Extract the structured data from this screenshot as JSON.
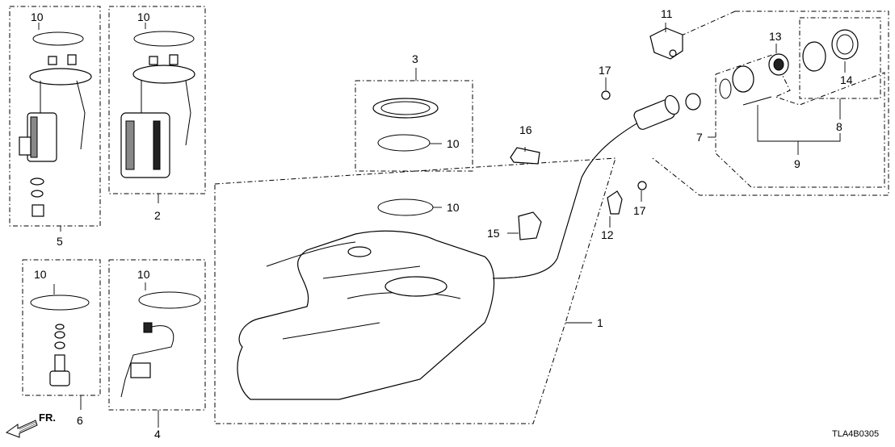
{
  "diagram": {
    "code": "TLA4B0305",
    "front_label": "FR.",
    "callouts": {
      "c1": "1",
      "c2": "2",
      "c3": "3",
      "c4": "4",
      "c5": "5",
      "c6": "6",
      "c7": "7",
      "c8": "8",
      "c9": "9",
      "c10a": "10",
      "c10b": "10",
      "c10c": "10",
      "c10d": "10",
      "c10e": "10",
      "c10f": "10",
      "c11": "11",
      "c12": "12",
      "c13": "13",
      "c14": "14",
      "c15": "15",
      "c16": "16",
      "c17a": "17",
      "c17b": "17"
    }
  }
}
